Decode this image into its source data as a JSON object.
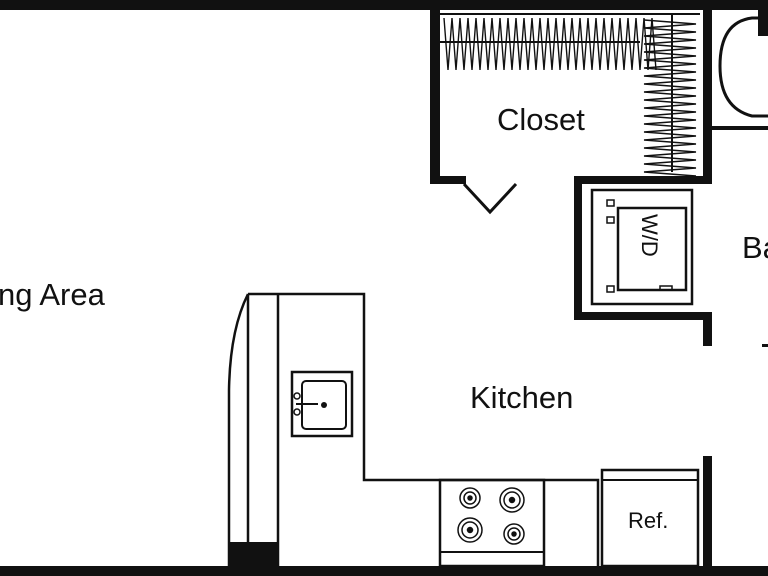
{
  "plan": {
    "rooms": {
      "living": "ng Area",
      "closet": "Closet",
      "kitchen": "Kitchen",
      "bath": "Ba",
      "washer_dryer": "W/D",
      "refrigerator": "Ref."
    },
    "colors": {
      "wall": "#111111",
      "background": "#ffffff"
    }
  }
}
